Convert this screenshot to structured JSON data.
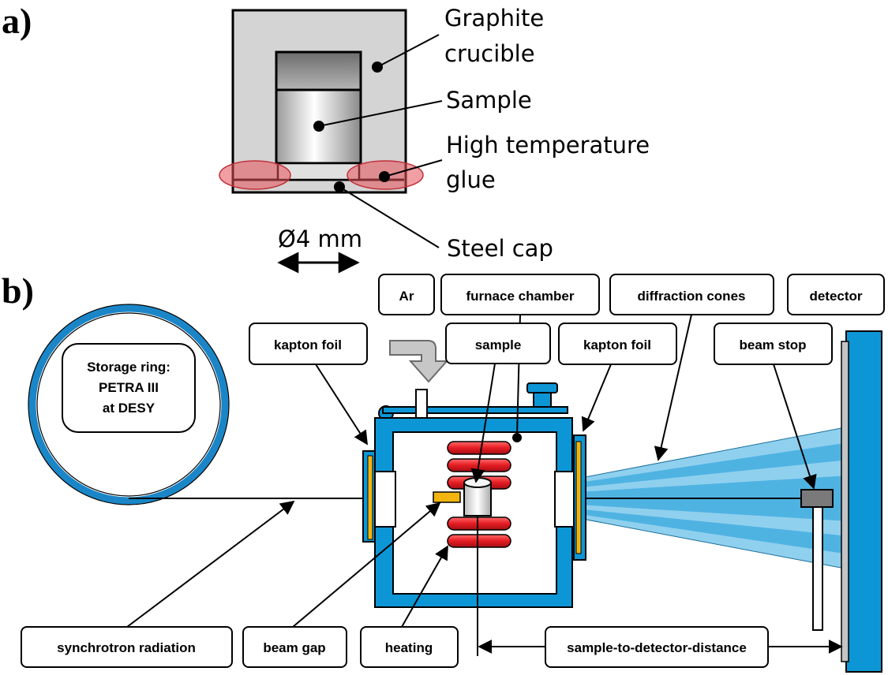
{
  "panel_a": {
    "letter": "a)",
    "labels": {
      "crucible_line1": "Graphite",
      "crucible_line2": "crucible",
      "sample": "Sample",
      "glue_line1": "High temperature",
      "glue_line2": "glue",
      "cap": "Steel cap",
      "diameter": "Ø4 mm"
    }
  },
  "panel_b": {
    "letter": "b)",
    "ring": {
      "line1": "Storage ring:",
      "line2": "PETRA III",
      "line3": "at DESY"
    },
    "labels": {
      "ar": "Ar",
      "furnace_chamber": "furnace chamber",
      "diffraction_cones": "diffraction cones",
      "detector": "detector",
      "kapton_left": "kapton foil",
      "sample": "sample",
      "kapton_right": "kapton foil",
      "beam_stop": "beam stop",
      "synchrotron_radiation": "synchrotron radiation",
      "beam_gap": "beam gap",
      "heating": "heating",
      "sample_to_detector": "sample-to-detector-distance"
    }
  },
  "colors": {
    "chamber_blue": "#0d96d6",
    "ring_blue": "#1a86c8",
    "heating_red": "#e51c23",
    "glue_red": "#e8505a",
    "kapton_yellow": "#f2b50f",
    "cone_light": "#8fd0ee",
    "cone_mid": "#4fb3e2",
    "graphite_grey": "#d4d4d4"
  }
}
